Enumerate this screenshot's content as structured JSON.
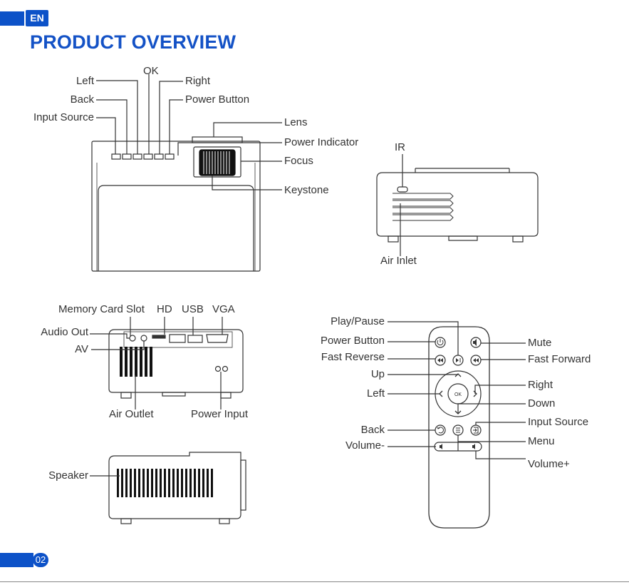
{
  "header": {
    "lang": "EN",
    "title": "PRODUCT OVERVIEW"
  },
  "top_view": {
    "labels": {
      "left": "Left",
      "ok": "OK",
      "right": "Right",
      "back": "Back",
      "power_button": "Power Button",
      "input_source": "Input Source",
      "lens": "Lens",
      "power_indicator": "Power Indicator",
      "focus": "Focus",
      "keystone": "Keystone"
    }
  },
  "front_view": {
    "labels": {
      "ir": "IR",
      "air_inlet": "Air Inlet"
    }
  },
  "back_view": {
    "labels": {
      "memory_card_slot": "Memory Card Slot",
      "hd": "HD",
      "usb": "USB",
      "vga": "VGA",
      "audio_out": "Audio Out",
      "av": "AV",
      "air_outlet": "Air Outlet",
      "power_input": "Power Input"
    }
  },
  "side_view": {
    "labels": {
      "speaker": "Speaker"
    }
  },
  "remote": {
    "labels": {
      "play_pause": "Play/Pause",
      "power_button": "Power Button",
      "fast_reverse": "Fast Reverse",
      "up": "Up",
      "left": "Left",
      "back": "Back",
      "volume_minus": "Volume-",
      "mute": "Mute",
      "fast_forward": "Fast Forward",
      "right": "Right",
      "down": "Down",
      "input_source": "Input Source",
      "menu": "Menu",
      "volume_plus": "Volume+"
    },
    "ok_label": "OK"
  },
  "footer": {
    "page": "02"
  },
  "colors": {
    "accent": "#0d52c8",
    "line": "#333333"
  }
}
